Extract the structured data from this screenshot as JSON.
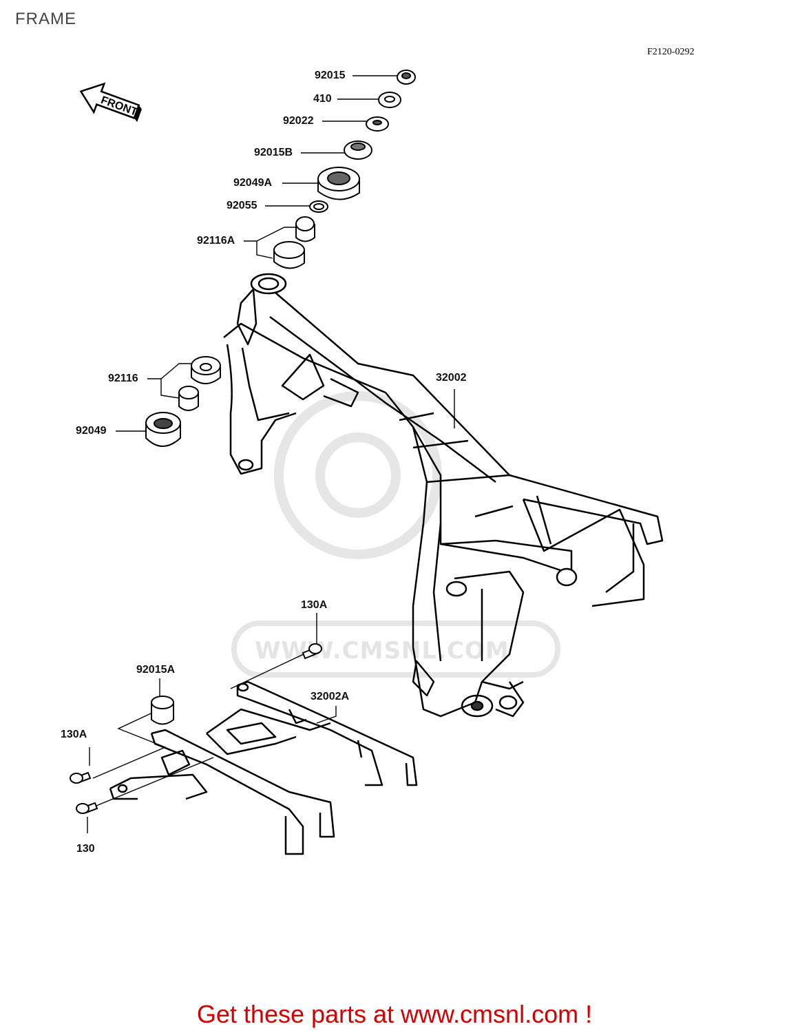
{
  "header": {
    "title": "FRAME",
    "diagram_code": "F2120-0292"
  },
  "front_arrow_label": "FRONT",
  "watermark": "WWW.CMSNL.COM",
  "callouts": {
    "c92015": "92015",
    "c410": "410",
    "c92022": "92022",
    "c92015B": "92015B",
    "c92049A": "92049A",
    "c92055": "92055",
    "c92116A": "92116A",
    "c92116": "92116",
    "c92049": "92049",
    "c32002": "32002",
    "c130A_top": "130A",
    "c92015A": "92015A",
    "c32002A": "32002A",
    "c130A_left": "130A",
    "c130": "130"
  },
  "footer": {
    "text": "Get these parts at www.cmsnl.com !",
    "color": "#d40000"
  }
}
